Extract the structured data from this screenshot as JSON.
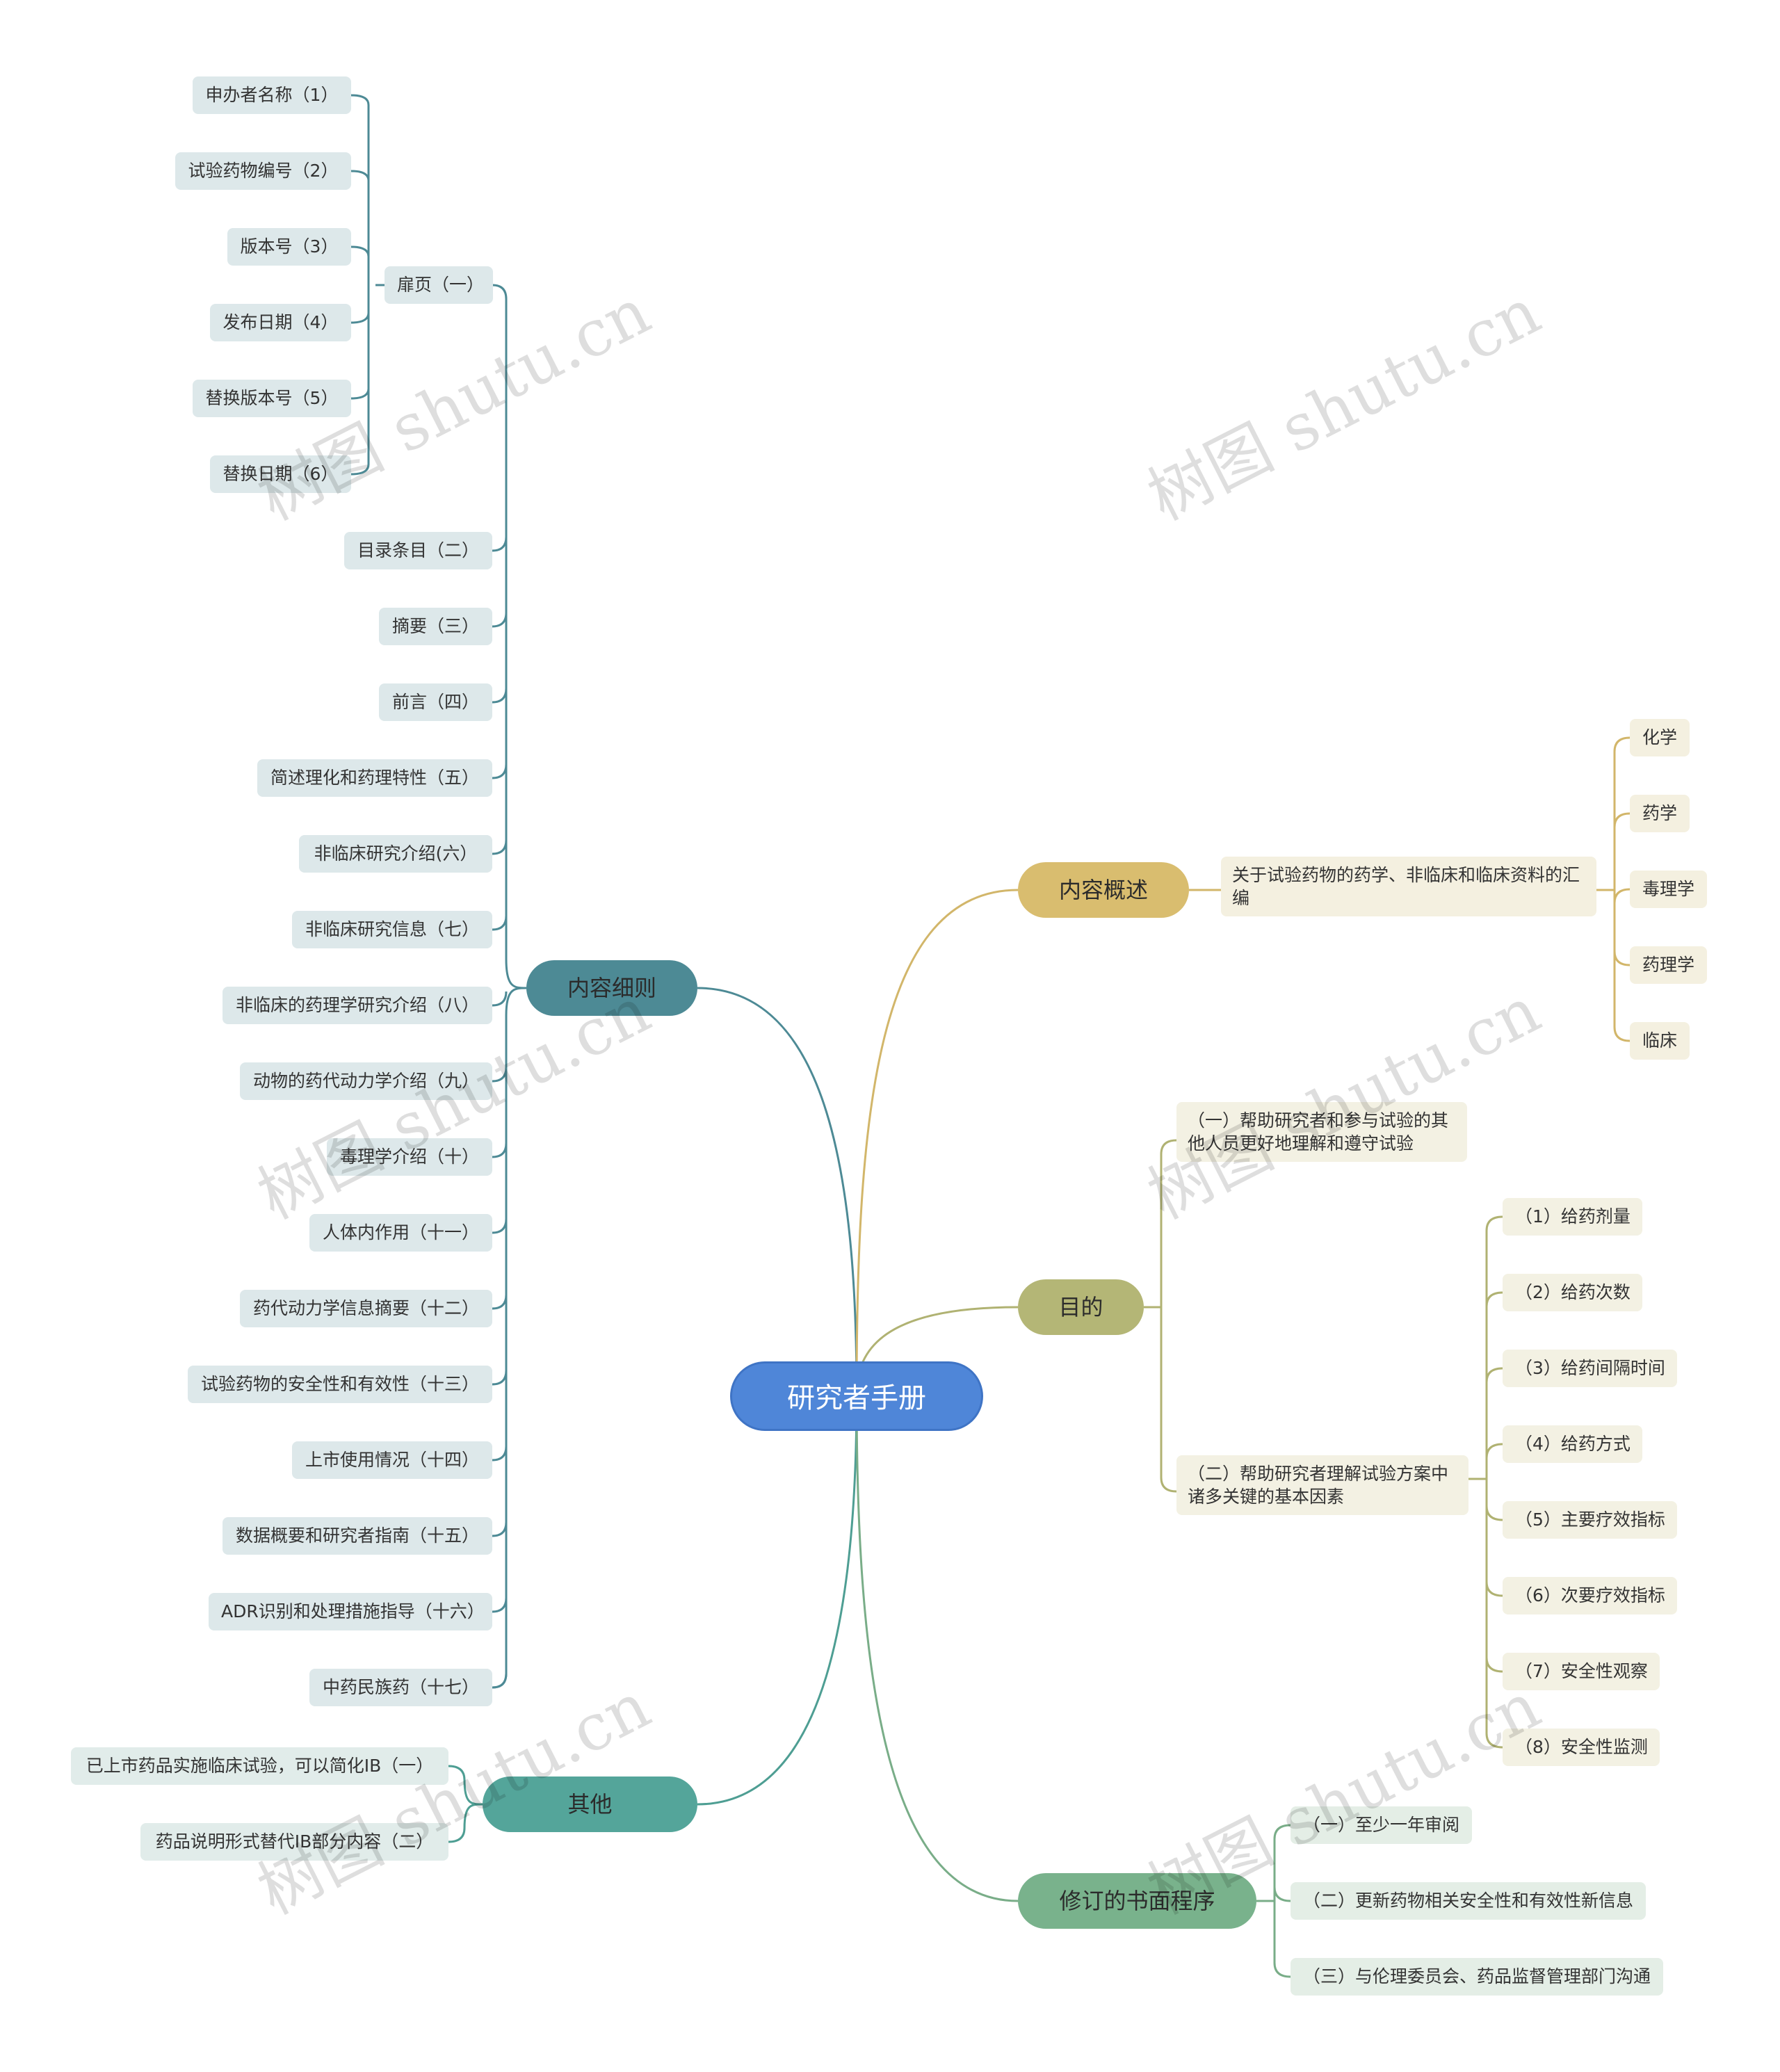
{
  "root": "研究者手册",
  "colors": {
    "root": "#4f86d8",
    "detail": "#4d8a95",
    "detail_leaf": "#dde8ea",
    "detail_line": "#4d8a95",
    "overview": "#d9bd6f",
    "overview_leaf": "#f4f0e0",
    "overview_line": "#d2b66a",
    "purpose": "#b4b676",
    "purpose_leaf": "#f3f1e3",
    "purpose_line": "#b0b272",
    "revision": "#79b28c",
    "revision_leaf": "#e4eee6",
    "revision_line": "#79ad88",
    "other": "#54a59a",
    "other_leaf": "#e1ecea",
    "other_line": "#4e9e93"
  },
  "branches": {
    "detail": {
      "label": "内容细则",
      "cover": {
        "label": "扉页（一）",
        "children": [
          "申办者名称（1）",
          "试验药物编号（2）",
          "版本号（3）",
          "发布日期（4）",
          "替换版本号（5）",
          "替换日期（6）"
        ]
      },
      "items": [
        "目录条目（二）",
        "摘要（三）",
        "前言（四）",
        "简述理化和药理特性（五）",
        "非临床研究介绍(六）",
        "非临床研究信息（七）",
        "非临床的药理学研究介绍（八）",
        "动物的药代动力学介绍（九）",
        "毒理学介绍（十）",
        "人体内作用（十一）",
        "药代动力学信息摘要（十二）",
        "试验药物的安全性和有效性（十三）",
        "上市使用情况（十四）",
        "数据概要和研究者指南（十五）",
        "ADR识别和处理措施指导（十六）",
        "中药民族药（十七）"
      ]
    },
    "other": {
      "label": "其他",
      "items": [
        "已上市药品实施临床试验，可以简化IB（一）",
        "药品说明形式替代IB部分内容（二）"
      ]
    },
    "overview": {
      "label": "内容概述",
      "summary": "关于试验药物的药学、非临床和临床资料的汇编",
      "items": [
        "化学",
        "药学",
        "毒理学",
        "药理学",
        "临床"
      ]
    },
    "purpose": {
      "label": "目的",
      "first": "（一）帮助研究者和参与试验的其他人员更好地理解和遵守试验",
      "second": "（二）帮助研究者理解试验方案中诸多关键的基本因素",
      "factors": [
        "（1）给药剂量",
        "（2）给药次数",
        "（3）给药间隔时间",
        "（4）给药方式",
        "（5）主要疗效指标",
        "（6）次要疗效指标",
        "（7）安全性观察",
        "（8）安全性监测"
      ]
    },
    "revision": {
      "label": "修订的书面程序",
      "items": [
        "（一）至少一年审阅",
        "（二）更新药物相关安全性和有效性新信息",
        "（三）与伦理委员会、药品监督管理部门沟通"
      ]
    }
  },
  "watermark": "树图 shutu.cn"
}
